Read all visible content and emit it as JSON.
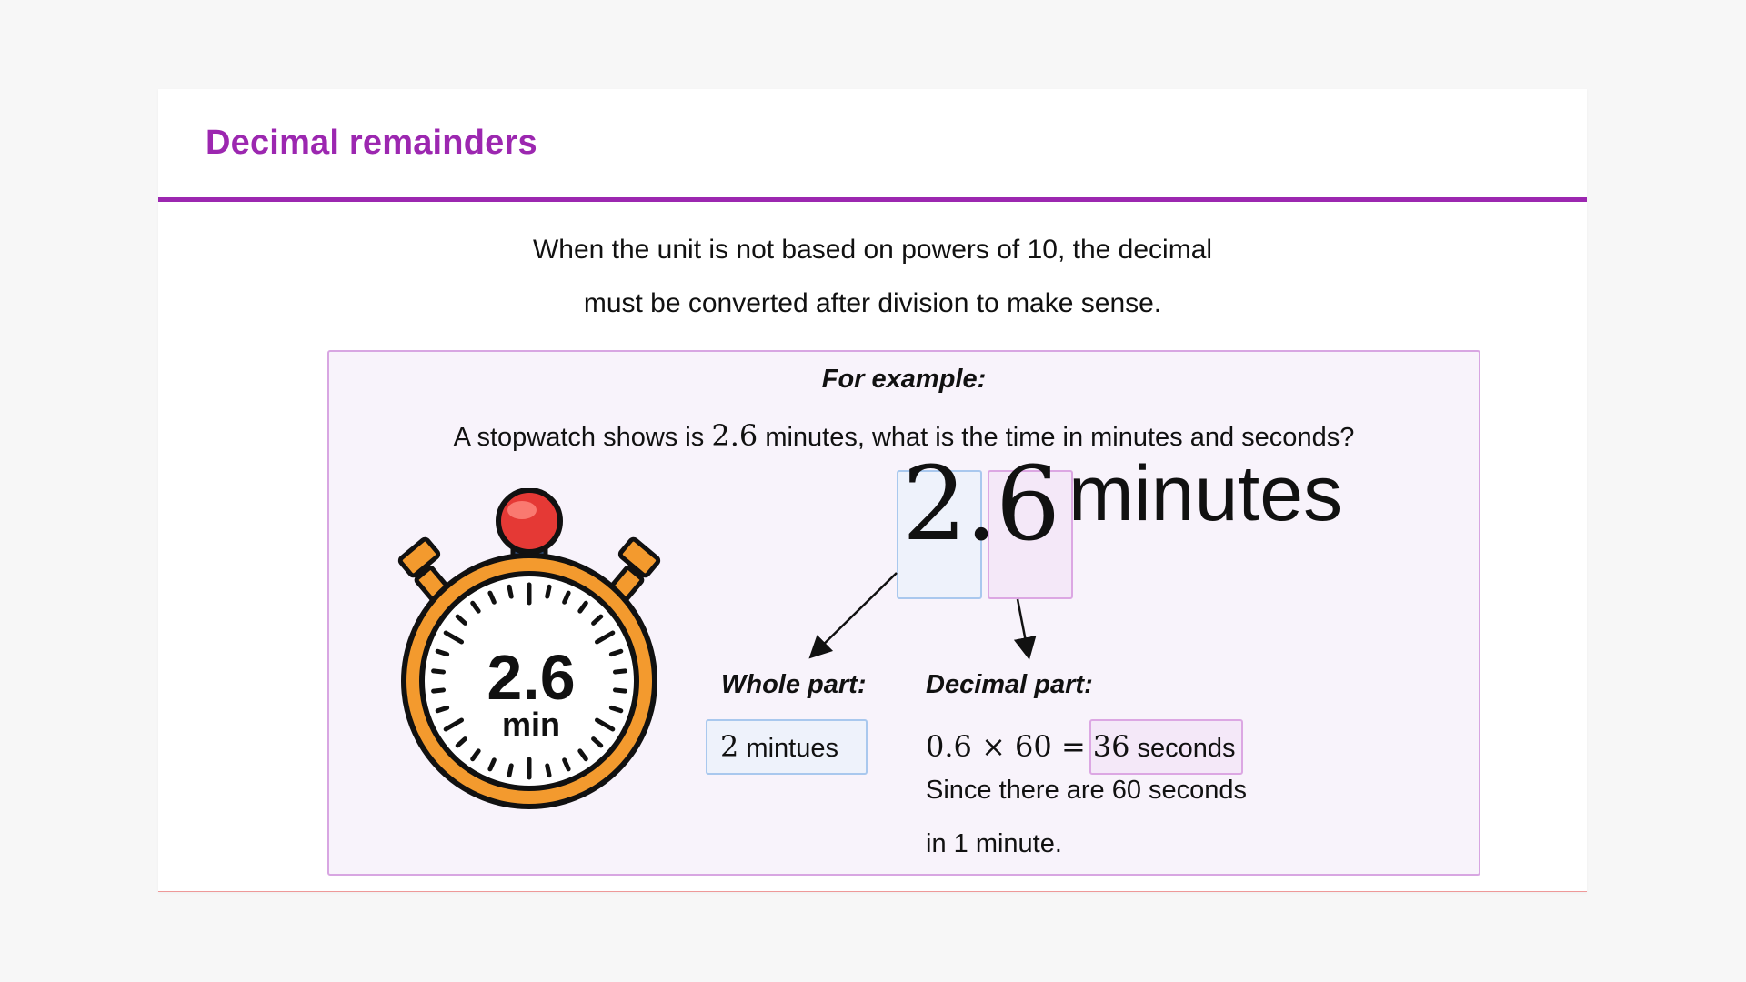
{
  "page": {
    "title": "Decimal remainders",
    "intro_line1": "When the unit is not based on powers of 10, the decimal",
    "intro_line2": "must be converted after division to make sense."
  },
  "example": {
    "label": "For example:",
    "question_prefix": "A stopwatch shows is",
    "question_value": "2.6",
    "question_suffix": "minutes, what is the time in minutes and seconds?",
    "stopwatch_value": "2.6",
    "stopwatch_unit": "min",
    "big_number": "2.6",
    "big_unit": "minutes",
    "whole_heading": "Whole part:",
    "whole_value": "2",
    "whole_unit": "mintues",
    "decimal_heading": "Decimal part:",
    "calc_expression": "0.6 × 60 =",
    "seconds_value": "36",
    "seconds_unit": "seconds",
    "note_line1": "Since there are 60 seconds",
    "note_line2": "in 1 minute."
  },
  "colors": {
    "accent": "#9c27b0",
    "example_bg": "#f8f3fb",
    "example_border": "#d8a6e2",
    "whole_box": "#a9c8ee",
    "decimal_box": "#dca7e3",
    "stopwatch_orange": "#f39a2e",
    "stopwatch_button": "#e53935"
  },
  "icons": {
    "stopwatch": "stopwatch-icon"
  }
}
